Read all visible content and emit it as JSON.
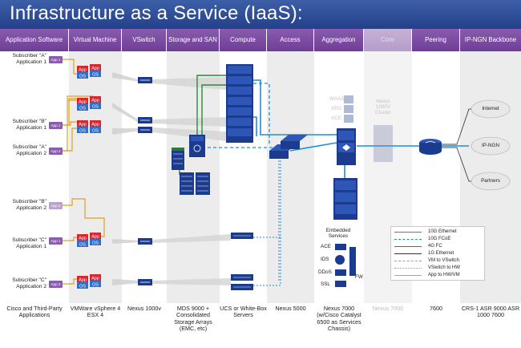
{
  "title": "Infrastructure as a Service (IaaS):",
  "columns": [
    {
      "header": "Application Software",
      "footer": "Cisco and Third-Party Applications"
    },
    {
      "header": "Virtual Machine",
      "footer": "VMWare vSphere 4 ESX 4"
    },
    {
      "header": "VSwitch",
      "footer": "Nexus 1000v"
    },
    {
      "header": "Storage and SAN",
      "footer": "MDS 9000 + Consolidated Storage Arrays (EMC, etc)"
    },
    {
      "header": "Compute",
      "footer": "UCS or White-Box Servers"
    },
    {
      "header": "Access",
      "footer": "Nexus 5000"
    },
    {
      "header": "Aggregation",
      "footer": "Nexus 7000 (w/Cisco Catalyst 6500 as Services Chassis)"
    },
    {
      "header": "Core",
      "footer": "Nexus 7000"
    },
    {
      "header": "Peering",
      "footer": "7600"
    },
    {
      "header": "IP-NGN Backbone",
      "footer": "CRS-1 ASR 9000 ASR 1000 7600"
    }
  ],
  "subscribers": [
    {
      "name": "Subscriber \"A\"",
      "app": "Application 1",
      "chip": "App 1"
    },
    {
      "name": "Subscriber \"B\"",
      "app": "Application 1",
      "chip": "App 1"
    },
    {
      "name": "Subscriber \"A\"",
      "app": "Application 2",
      "chip": "App 2"
    },
    {
      "name": "Subscriber \"B\"",
      "app": "Application 2",
      "chip": "App 2"
    },
    {
      "name": "Subscriber \"C\"",
      "app": "Application 1",
      "chip": "App 1"
    },
    {
      "name": "Subscriber \"C\"",
      "app": "Application 2",
      "chip": "App 2"
    }
  ],
  "vm_labels": {
    "app": "App",
    "os": "OS"
  },
  "core_services": [
    "WAAS",
    "XRS",
    "ACE"
  ],
  "core_box_label": "Nexus 1000V Cluster",
  "clouds": [
    "Internet",
    "IP-NGN",
    "Partners"
  ],
  "embedded": {
    "title": "Embedded Services",
    "items": [
      "ACE",
      "IDS",
      "DDoS",
      "SSL"
    ],
    "fw": "FW"
  },
  "legend": [
    {
      "label": "10G Ethernet",
      "color": "#1e8fd6",
      "style": "solid",
      "width": 1.6
    },
    {
      "label": "10G FCoE",
      "color": "#1e8fd6",
      "style": "dashed",
      "width": 1.6
    },
    {
      "label": "4G  FC",
      "color": "#2a8a3a",
      "style": "solid",
      "width": 1.4
    },
    {
      "label": "1G  Ethernet",
      "color": "#333333",
      "style": "solid",
      "width": 1.0
    },
    {
      "label": "VM to VSwitch",
      "color": "#999999",
      "style": "dashed",
      "width": 1.0
    },
    {
      "label": "VSwitch to HW",
      "color": "#999999",
      "style": "dotted",
      "width": 1.0
    },
    {
      "label": "App to HW/VM",
      "color": "#e0a020",
      "style": "solid",
      "width": 1.2
    }
  ]
}
